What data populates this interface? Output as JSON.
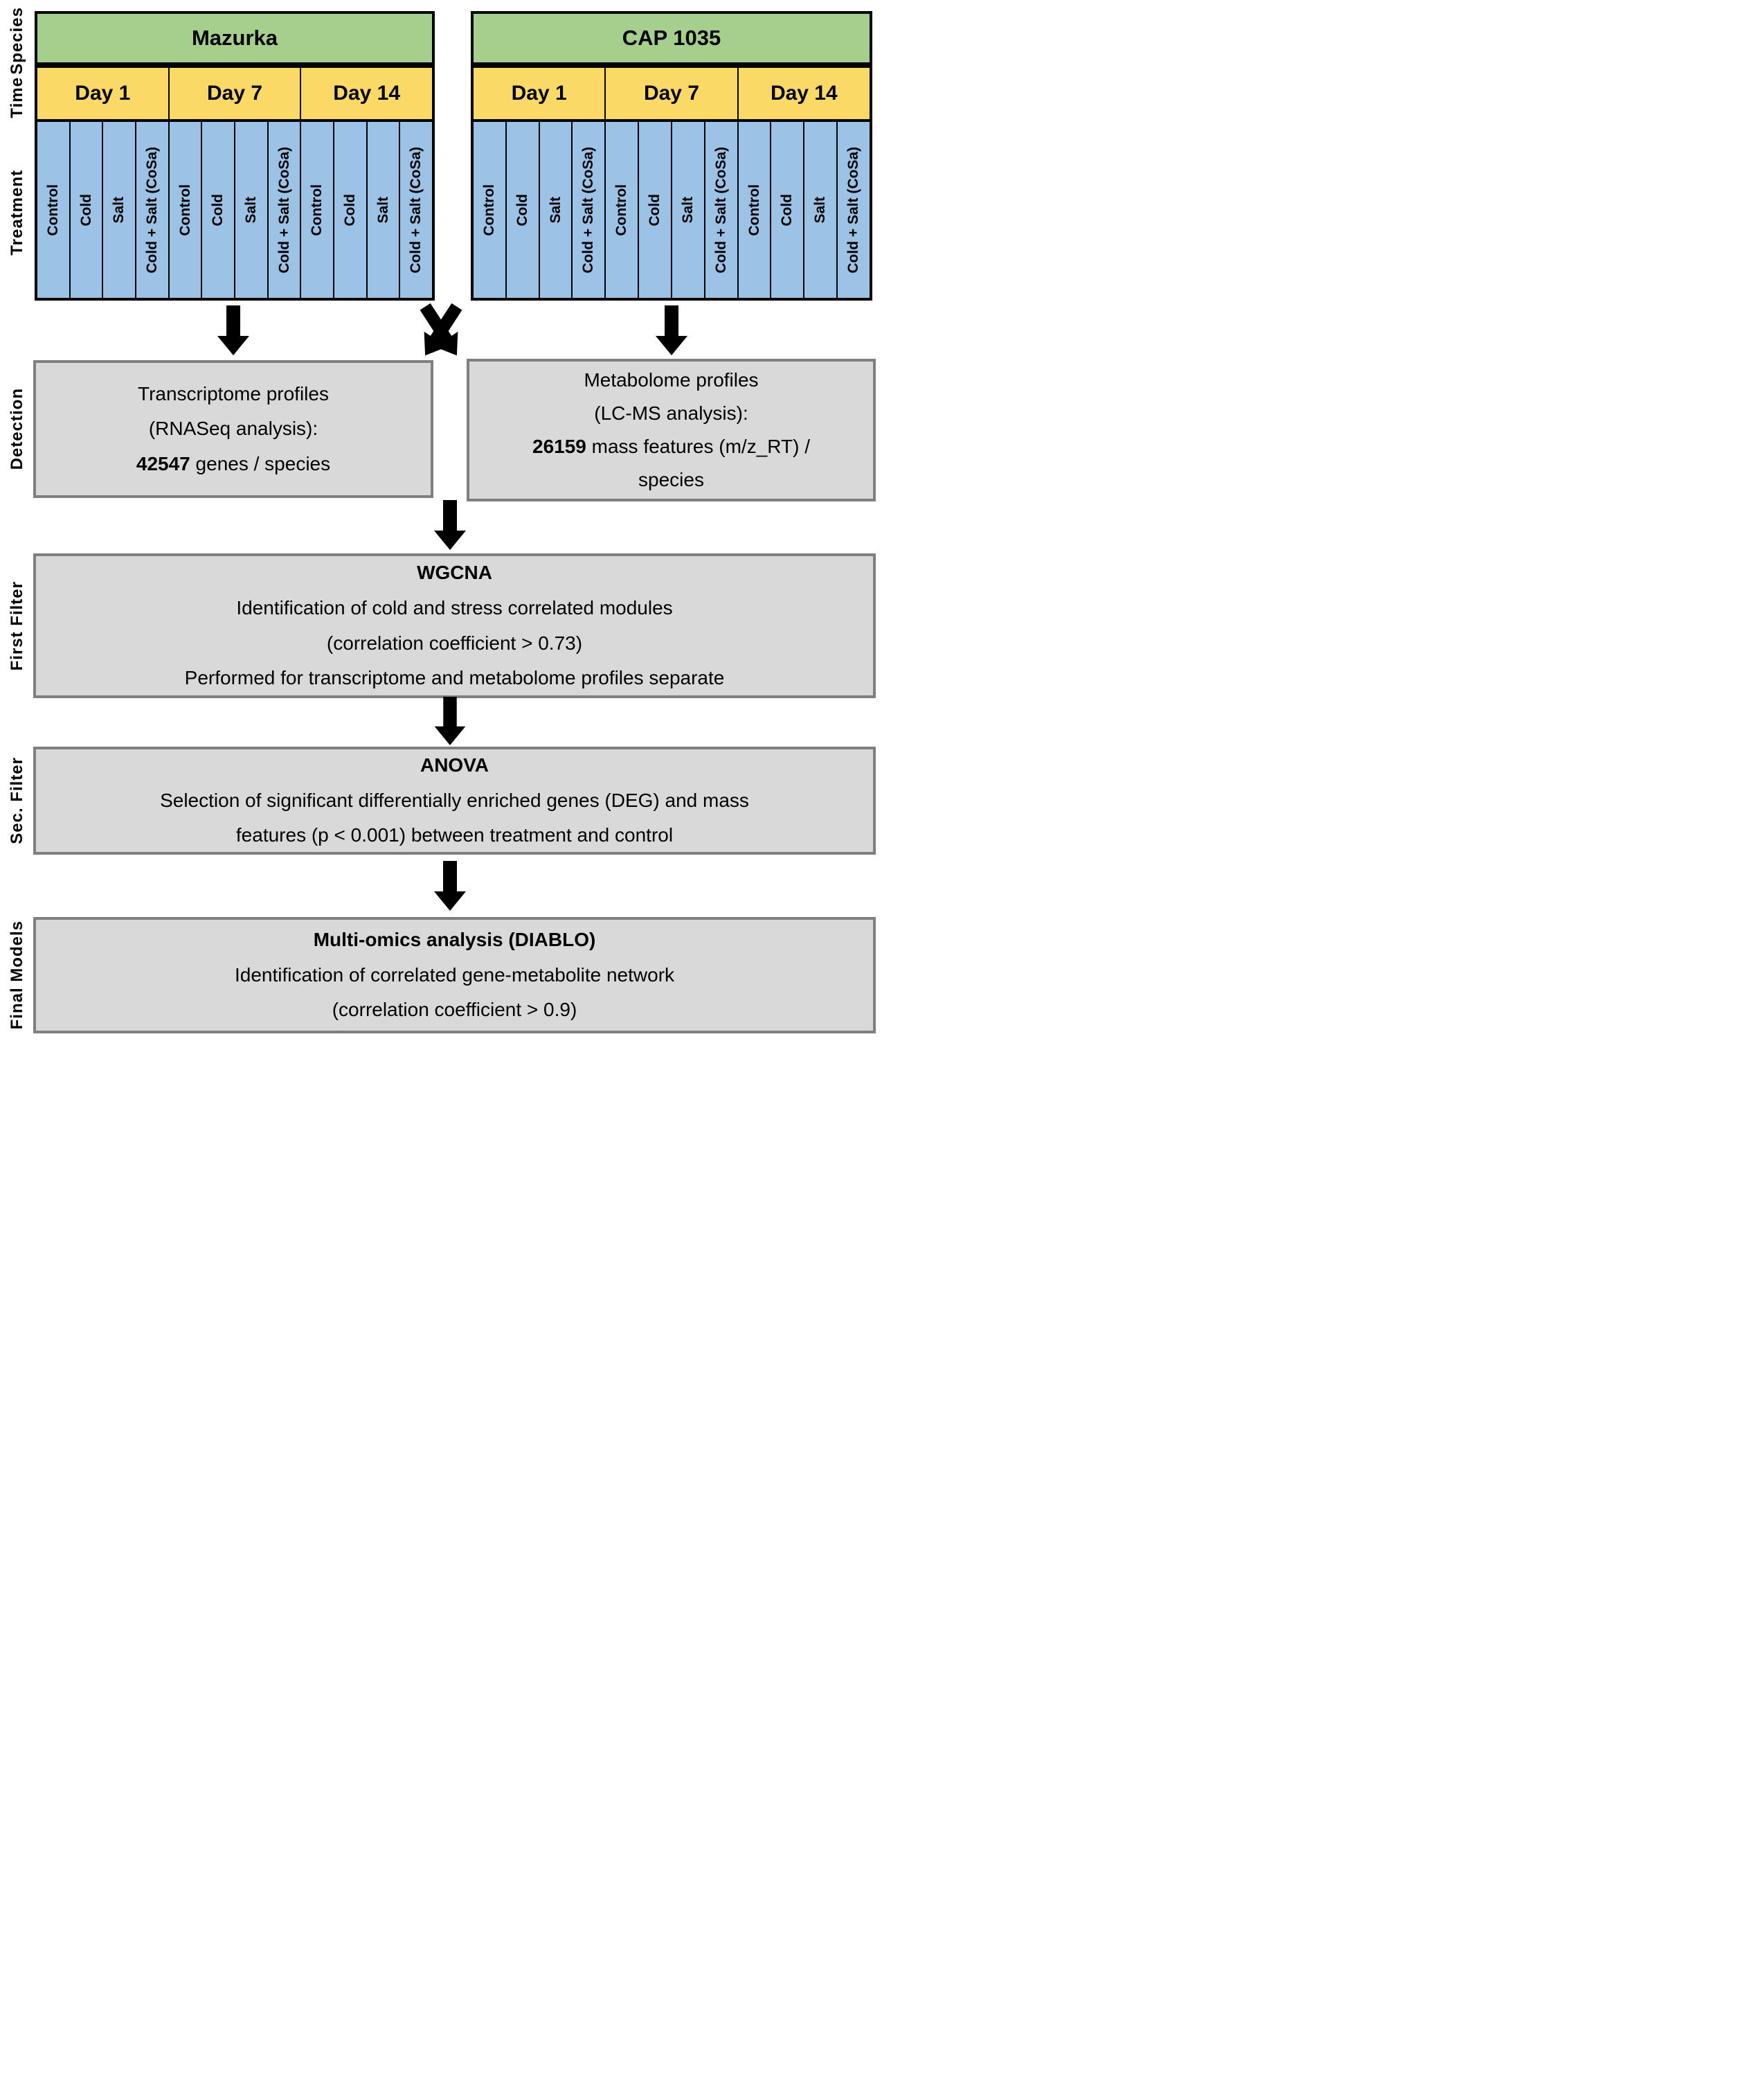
{
  "colors": {
    "green": "#a6ce8c",
    "yellow": "#fbd966",
    "blue": "#9cc2e5",
    "grayfill": "#d9d9d9",
    "grayborder": "#7f7f7f",
    "ink": "#000000",
    "bg": "#ffffff"
  },
  "side_labels": {
    "species": "Species",
    "time": "Time",
    "treatment": "Treatment",
    "detection": "Detection",
    "first_filter": "First Filter",
    "sec_filter": "Sec. Filter",
    "final_models": "Final Models"
  },
  "tables": [
    {
      "species": "Mazurka",
      "days": [
        {
          "label": "Day 1",
          "treatments": [
            "Control",
            "Cold",
            "Salt",
            "Cold + Salt (CoSa)"
          ]
        },
        {
          "label": "Day 7",
          "treatments": [
            "Control",
            "Cold",
            "Salt",
            "Cold + Salt (CoSa)"
          ]
        },
        {
          "label": "Day 14",
          "treatments": [
            "Control",
            "Cold",
            "Salt",
            "Cold + Salt (CoSa)"
          ]
        }
      ]
    },
    {
      "species": "CAP 1035",
      "days": [
        {
          "label": "Day 1",
          "treatments": [
            "Control",
            "Cold",
            "Salt",
            "Cold + Salt (CoSa)"
          ]
        },
        {
          "label": "Day 7",
          "treatments": [
            "Control",
            "Cold",
            "Salt",
            "Cold + Salt (CoSa)"
          ]
        },
        {
          "label": "Day 14",
          "treatments": [
            "Control",
            "Cold",
            "Salt",
            "Cold + Salt (CoSa)"
          ]
        }
      ]
    }
  ],
  "detection": {
    "transcriptome": {
      "line1": "Transcriptome profiles",
      "line2": "(RNASeq analysis):",
      "count": "42547",
      "count_suffix": " genes / species"
    },
    "metabolome": {
      "line1": "Metabolome profiles",
      "line2": "(LC-MS analysis):",
      "count": "26159",
      "count_suffix": " mass features (m/z_RT) /",
      "last_line": "species"
    }
  },
  "first_filter": {
    "title": "WGCNA",
    "line1": "Identification of cold and stress correlated modules",
    "line2": "(correlation coefficient > 0.73)",
    "line3": "Performed for transcriptome and metabolome profiles separate"
  },
  "sec_filter": {
    "title": "ANOVA",
    "line1": "Selection of significant differentially enriched genes (DEG) and mass",
    "line2": "features (p < 0.001) between treatment and control"
  },
  "final_models": {
    "title": "Multi-omics analysis (DIABLO)",
    "line1": "Identification of correlated gene-metabolite network",
    "line2": "(correlation coefficient > 0.9)"
  }
}
